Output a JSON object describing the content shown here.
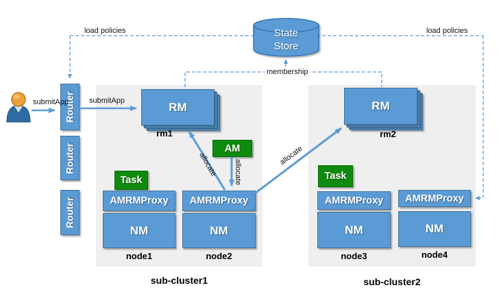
{
  "colors": {
    "box_blue": "#5b9bd5",
    "box_border": "#41719c",
    "green": "#0e8a0e",
    "cluster_bg": "#efefef",
    "arrow_blue": "#5b9bd5",
    "dashed_blue": "#5b9bd5"
  },
  "state_store": {
    "line1": "State",
    "line2": "Store"
  },
  "labels": {
    "load_policies_left": "load policies",
    "load_policies_right": "load policies",
    "membership": "membership",
    "submit_app_user": "submitApp",
    "submit_app_router": "submitApp",
    "allocate_rm1": "allocate",
    "allocate_am": "allocate",
    "allocate_rm2": "allocate"
  },
  "routers": [
    {
      "label": "Router"
    },
    {
      "label": "Router"
    },
    {
      "label": "Router"
    }
  ],
  "subcluster1": {
    "title": "sub-cluster1",
    "rm": {
      "label": "RM",
      "name": "rm1"
    },
    "am": {
      "label": "AM"
    },
    "task": {
      "label": "Task"
    },
    "nodes": [
      {
        "name": "node1",
        "proxy": "AMRMProxy",
        "nm": "NM"
      },
      {
        "name": "node2",
        "proxy": "AMRMProxy",
        "nm": "NM"
      }
    ]
  },
  "subcluster2": {
    "title": "sub-cluster2",
    "rm": {
      "label": "RM",
      "name": "rm2"
    },
    "task": {
      "label": "Task"
    },
    "nodes": [
      {
        "name": "node3",
        "proxy": "AMRMProxy",
        "nm": "NM"
      },
      {
        "name": "node4",
        "proxy": "AMRMProxy",
        "nm": "NM"
      }
    ]
  }
}
